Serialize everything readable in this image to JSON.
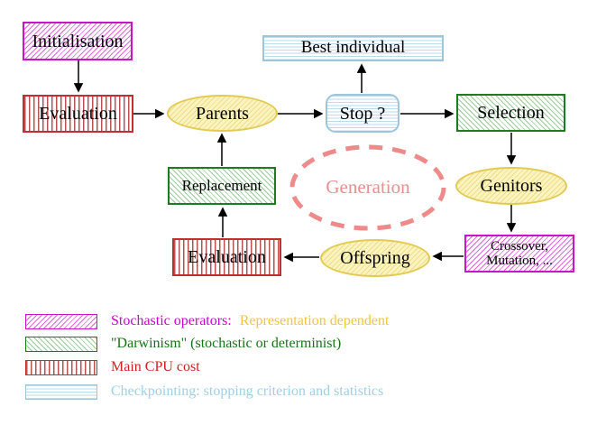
{
  "nodes": {
    "initialisation": "Initialisation",
    "evaluation_top": "Evaluation",
    "parents": "Parents",
    "best_individual": "Best individual",
    "stop": "Stop ?",
    "selection": "Selection",
    "genitors": "Genitors",
    "crossover_line1": "Crossover,",
    "crossover_line2": "Mutation, ...",
    "offspring": "Offspring",
    "evaluation_bottom": "Evaluation",
    "replacement": "Replacement",
    "generation": "Generation"
  },
  "edges": [
    {
      "from": "initialisation",
      "to": "evaluation_top"
    },
    {
      "from": "evaluation_top",
      "to": "parents"
    },
    {
      "from": "parents",
      "to": "stop"
    },
    {
      "from": "stop",
      "to": "best_individual"
    },
    {
      "from": "stop",
      "to": "selection"
    },
    {
      "from": "selection",
      "to": "genitors"
    },
    {
      "from": "genitors",
      "to": "crossover_mutation"
    },
    {
      "from": "crossover_mutation",
      "to": "offspring"
    },
    {
      "from": "offspring",
      "to": "evaluation_bottom"
    },
    {
      "from": "evaluation_bottom",
      "to": "replacement"
    },
    {
      "from": "replacement",
      "to": "parents"
    }
  ],
  "legend": {
    "items": [
      {
        "swatch": "magenta-diagonal-hatch",
        "label": "Stochastic operators:",
        "label_color": "#cc00cc",
        "label2": "Representation dependent",
        "label2_color": "#f0c832"
      },
      {
        "swatch": "green-diagonal-hatch",
        "label": "\"Darwinism\" (stochastic or determinist)",
        "label_color": "#167316",
        "label2": "",
        "label2_color": ""
      },
      {
        "swatch": "red-vertical-stripes",
        "label": "Main CPU cost",
        "label_color": "#cc2222",
        "label2": "",
        "label2_color": ""
      },
      {
        "swatch": "cyan-horizontal-stripes",
        "label": "Checkpointing: stopping criterion and statistics",
        "label_color": "#9fcfe4",
        "label2": "",
        "label2_color": ""
      }
    ]
  },
  "colors": {
    "magenta_border": "#c716c7",
    "green_border": "#1e7b1e",
    "red_border": "#c13030",
    "cyan_border": "#9ec6db",
    "yellow_border": "#e2ca55",
    "generation_dash": "#ee8a8a",
    "arrow": "#000000",
    "background": "#ffffff"
  }
}
